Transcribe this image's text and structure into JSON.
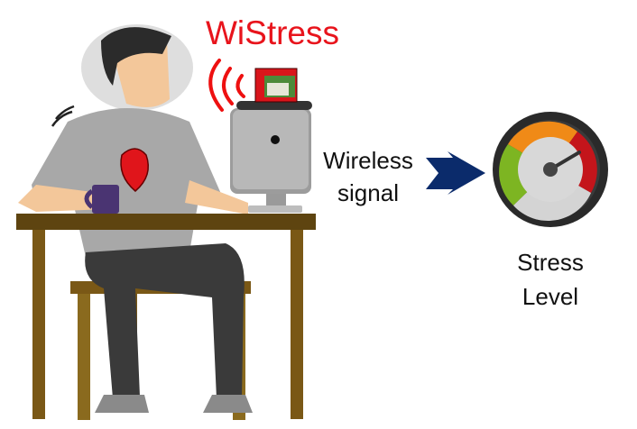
{
  "title": "WiStress",
  "signal_label": {
    "line1": "Wireless",
    "line2": "signal"
  },
  "gauge_label": {
    "line1": "Stress",
    "line2": "Level"
  },
  "colors": {
    "title": "#e8141c",
    "arrow": "#0b2b6b",
    "desk": "#6b4c12",
    "shirt": "#a8a8a8",
    "gauge_green": "#7db522",
    "gauge_orange": "#f08a17",
    "gauge_red": "#c4151b"
  }
}
